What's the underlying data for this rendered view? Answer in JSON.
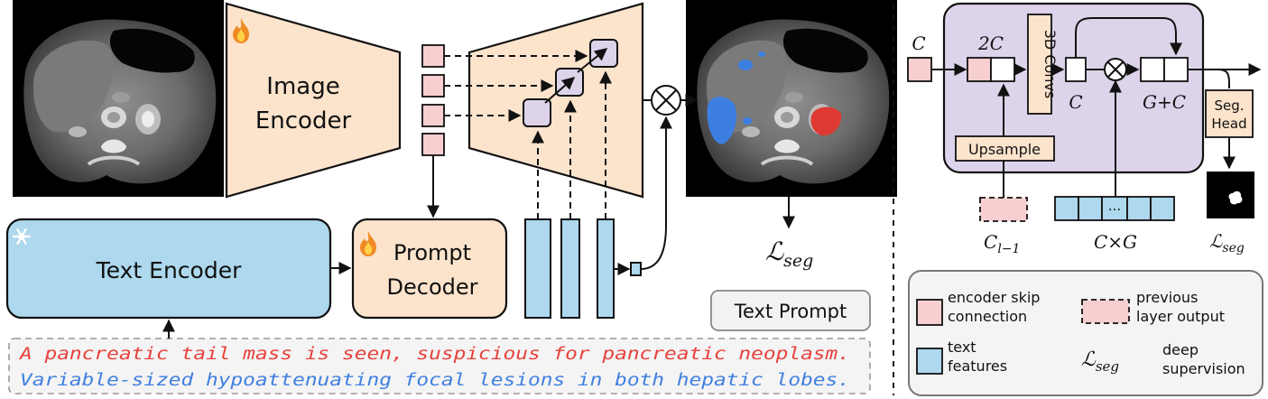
{
  "left_panel": {
    "image_encoder": {
      "line1": "Image",
      "line2": "Encoder"
    },
    "text_encoder": {
      "label": "Text Encoder"
    },
    "prompt_decoder": {
      "line1": "Prompt",
      "line2": "Decoder"
    },
    "loss_label": {
      "symbol": "ℒ",
      "subscript": "seg"
    },
    "text_prompt_label": "Text Prompt",
    "prompt_lines": [
      {
        "text": "A pancreatic tail mass is seen, suspicious for pancreatic neoplasm.",
        "color": "#e8403a"
      },
      {
        "text": "Variable-sized hypoattenuating focal lesions in both hepatic lobes.",
        "color": "#3f7fe0"
      }
    ],
    "icons": {
      "trainable": "fire-icon",
      "frozen": "snowflake-icon",
      "fusion": "otimes-icon"
    }
  },
  "right_panel": {
    "input_C": "C",
    "concat_2C": "2C",
    "conv_label": "3D Convs",
    "after_conv_C": "C",
    "gc_label": "G+C",
    "upsample_label": "Upsample",
    "seg_head": {
      "line1": "Seg.",
      "line2": "Head"
    },
    "prev_layer": {
      "base": "C",
      "subscript": "l−1"
    },
    "text_tokens_label": "C×G",
    "text_tokens_ellipsis": "...",
    "loss_label": {
      "symbol": "ℒ",
      "subscript": "seg"
    }
  },
  "legend": {
    "skip": {
      "line1": "encoder skip",
      "line2": "connection"
    },
    "prev": {
      "line1": "previous",
      "line2": "layer output"
    },
    "text": {
      "line1": "text",
      "line2": "features"
    },
    "loss": {
      "symbol": "ℒ",
      "subscript": "seg",
      "line1": "deep",
      "line2": "supervision"
    }
  },
  "colors": {
    "encoder_fill": "#fce3cc",
    "text_fill": "#add8ee",
    "skip_fill": "#f7cfd1",
    "purple_fill": "#ddd3ea",
    "liver_mask": "#3d7fe0",
    "pancreas_mask": "#de3a33"
  }
}
